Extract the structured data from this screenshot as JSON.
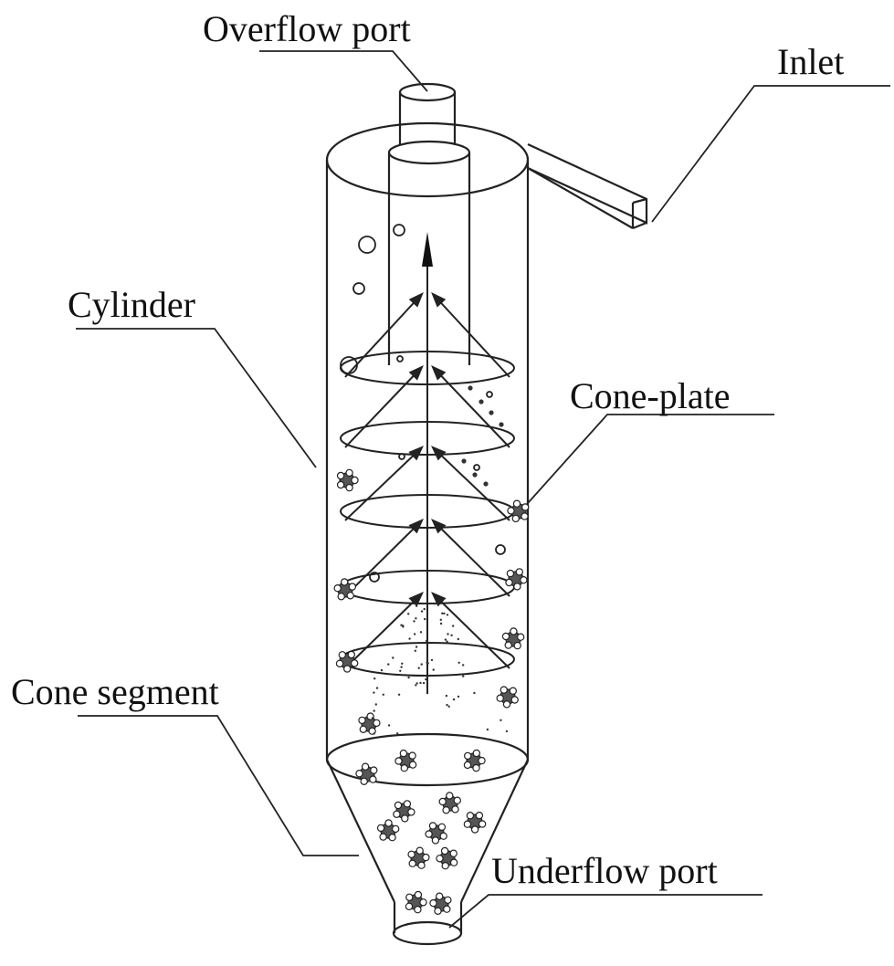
{
  "labels": {
    "overflow_port": "Overflow port",
    "inlet": "Inlet",
    "cylinder": "Cylinder",
    "cone_plate": "Cone-plate",
    "cone_segment": "Cone segment",
    "underflow_port": "Underflow port"
  },
  "colors": {
    "line": "#222222",
    "particle_fill": "#555555",
    "background": "#ffffff"
  }
}
